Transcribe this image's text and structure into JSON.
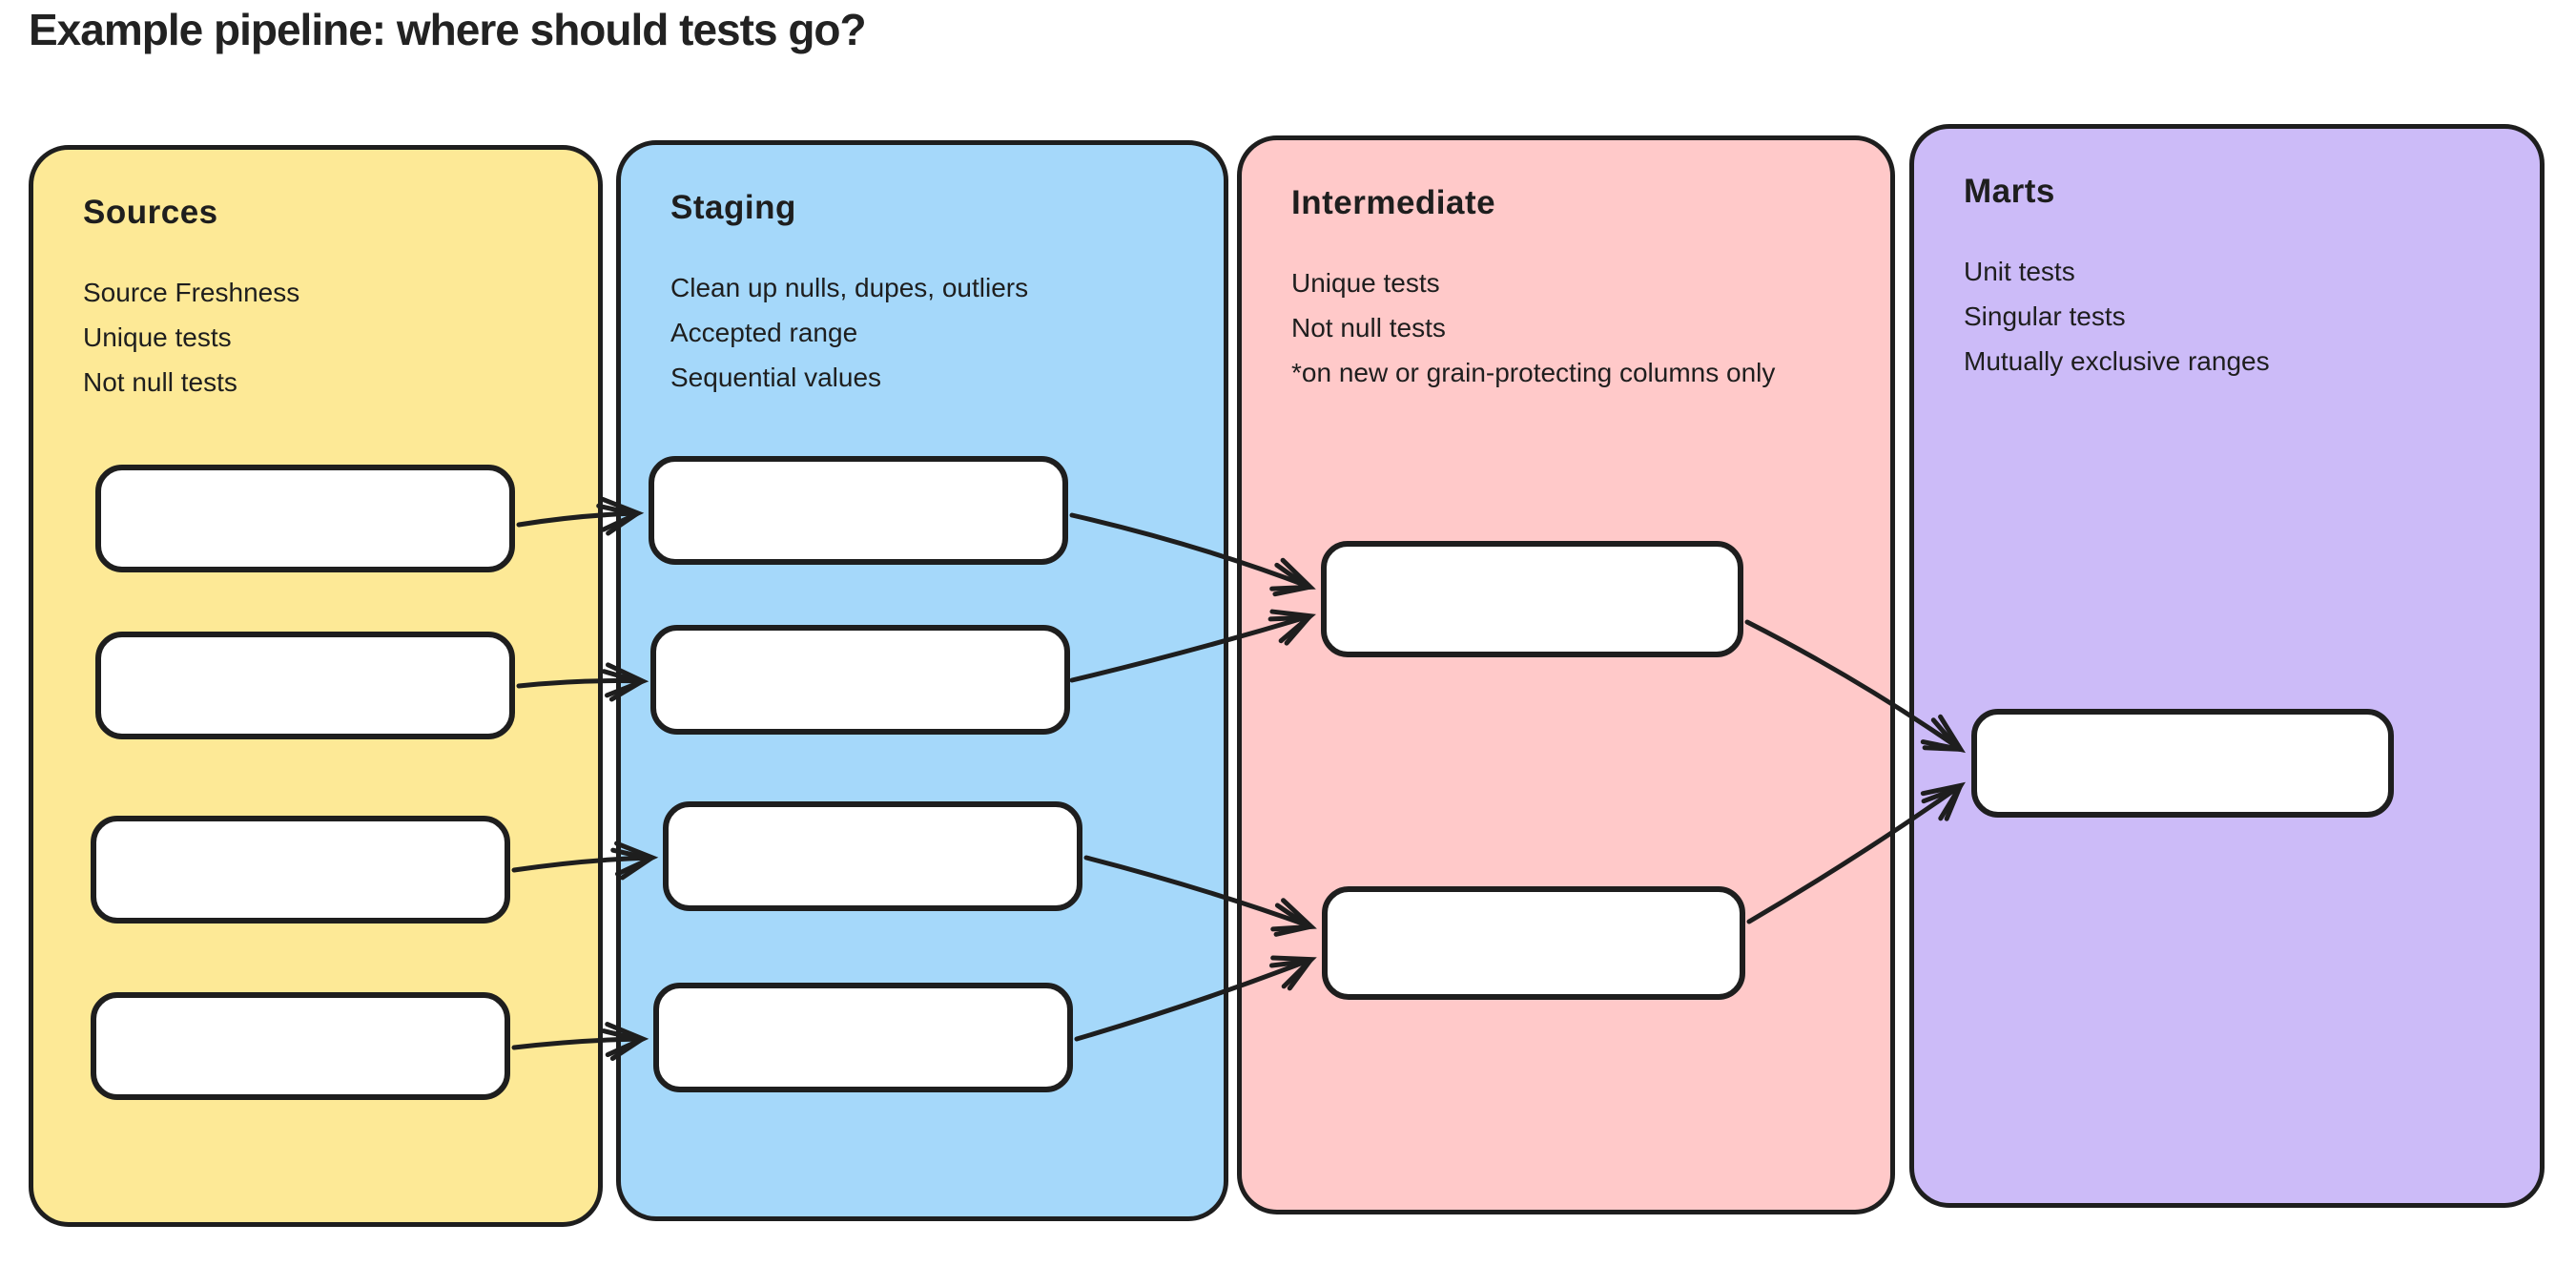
{
  "title": "Example pipeline: where should tests go?",
  "palette": {
    "stroke": "#1e1e1e",
    "node_fill": "#ffffff",
    "background": "#ffffff"
  },
  "columns": [
    {
      "id": "sources",
      "title": "Sources",
      "fill": "#fde996",
      "notes": [
        "Source Freshness",
        "Unique tests",
        "Not null tests"
      ],
      "node_count": 4
    },
    {
      "id": "staging",
      "title": "Staging",
      "fill": "#a5d8fa",
      "notes": [
        "Clean up nulls, dupes, outliers",
        "Accepted range",
        "Sequential values"
      ],
      "node_count": 4
    },
    {
      "id": "intermediate",
      "title": "Intermediate",
      "fill": "#ffc9c9",
      "notes": [
        "Unique tests",
        "Not null tests",
        "*on new or grain-protecting columns only"
      ],
      "node_count": 2
    },
    {
      "id": "marts",
      "title": "Marts",
      "fill": "#ccbbf8",
      "notes": [
        "Unit tests",
        "Singular tests",
        "Mutually exclusive ranges"
      ],
      "node_count": 1
    }
  ],
  "edges": [
    {
      "from": "sources-1",
      "to": "staging-1"
    },
    {
      "from": "sources-2",
      "to": "staging-2"
    },
    {
      "from": "sources-3",
      "to": "staging-3"
    },
    {
      "from": "sources-4",
      "to": "staging-4"
    },
    {
      "from": "staging-1",
      "to": "intermediate-1"
    },
    {
      "from": "staging-2",
      "to": "intermediate-1"
    },
    {
      "from": "staging-3",
      "to": "intermediate-2"
    },
    {
      "from": "staging-4",
      "to": "intermediate-2"
    },
    {
      "from": "intermediate-1",
      "to": "marts-1"
    },
    {
      "from": "intermediate-2",
      "to": "marts-1"
    }
  ]
}
